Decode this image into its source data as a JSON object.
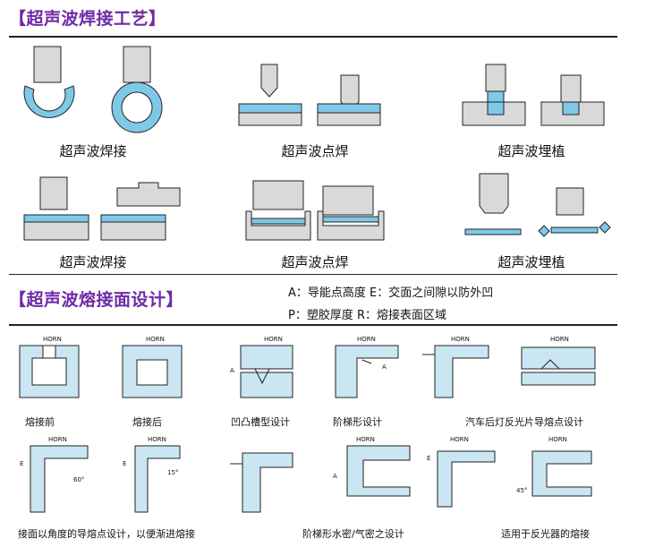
{
  "section1": {
    "title": "【超声波焊接工艺】",
    "captions": [
      "超声波焊接",
      "超声波点焊",
      "超声波埋植",
      "超声波焊接",
      "超声波点焊",
      "超声波埋植"
    ]
  },
  "section2": {
    "title": "【超声波熔接面设计】",
    "legend": {
      "line1": "A：导能点高度  E：交面之间隙以防外凹",
      "line2": "P：塑胶厚度     R：熔接表面区域"
    },
    "row1_labels": [
      "熔接前",
      "熔接后",
      "凹凸槽型设计",
      "阶梯形设计",
      "汽车后灯反光片导熔点设计"
    ],
    "row2_labels": [
      "接面以角度的导熔点设计，以便渐进熔接",
      "阶梯形水密/气密之设计",
      "适用于反光器的熔接"
    ],
    "horn": "HORN",
    "marks": {
      "a": "A",
      "e": "E",
      "angle60": "60°",
      "angle15": "15°",
      "angle45": "45°"
    }
  }
}
